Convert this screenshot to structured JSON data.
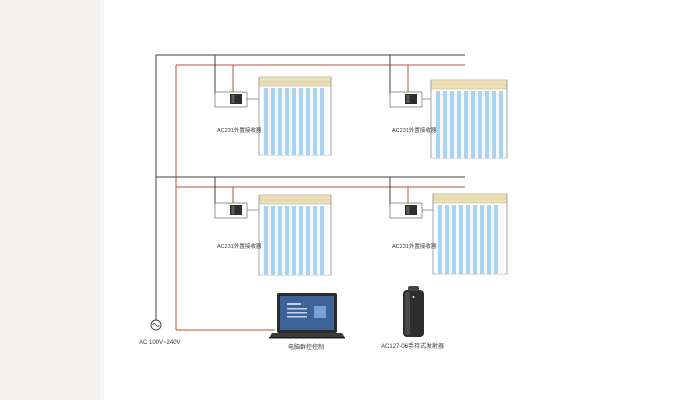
{
  "colors": {
    "bus_black": "#3f3f3f",
    "bus_red": "#b5533c",
    "curtain_stripe_blue": "#a9d3f0",
    "curtain_stripe_white": "#f3f9fd",
    "rail_beige": "#eadfb8",
    "paper_shadow": "#f1eded"
  },
  "receivers": [
    {
      "label": "AC231外置接收器",
      "icon": "receiver-box-icon"
    },
    {
      "label": "AC231外置接收器",
      "icon": "receiver-box-icon"
    },
    {
      "label": "AC231外置接收器",
      "icon": "receiver-box-icon"
    },
    {
      "label": "AC231外置接收器",
      "icon": "receiver-box-icon"
    }
  ],
  "power_source": {
    "label": "AC 100V~240V",
    "icon": "ac-source-icon"
  },
  "computer": {
    "label": "电脑群控控制",
    "icon": "laptop-icon"
  },
  "remote": {
    "label": "AC127-06手持式发射器",
    "icon": "remote-control-icon"
  }
}
